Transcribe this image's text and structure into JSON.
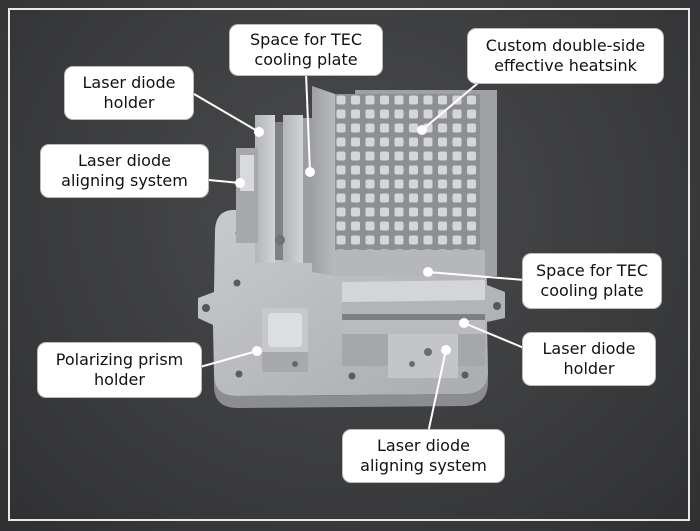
{
  "colors": {
    "background": "#3c3d3f",
    "frame": "#e9e9e9",
    "part": "#bfc1c4",
    "part_shadow": "#8f9194",
    "callout_bg": "#ffffff",
    "leader": "#ffffff"
  },
  "callouts": {
    "tec_top": {
      "line1": "Space for TEC",
      "line2": "cooling plate"
    },
    "heatsink": {
      "line1": "Custom double-side",
      "line2": "effective heatsink"
    },
    "ld_holder_left": {
      "line1": "Laser diode",
      "line2": "holder"
    },
    "ld_align_left": {
      "line1": "Laser diode",
      "line2": "aligning system"
    },
    "tec_right": {
      "line1": "Space for TEC",
      "line2": "cooling plate"
    },
    "ld_holder_right": {
      "line1": "Laser diode",
      "line2": "holder"
    },
    "prism_holder": {
      "line1": "Polarizing prism",
      "line2": "holder"
    },
    "ld_align_bottom": {
      "line1": "Laser diode",
      "line2": "aligning system"
    }
  }
}
